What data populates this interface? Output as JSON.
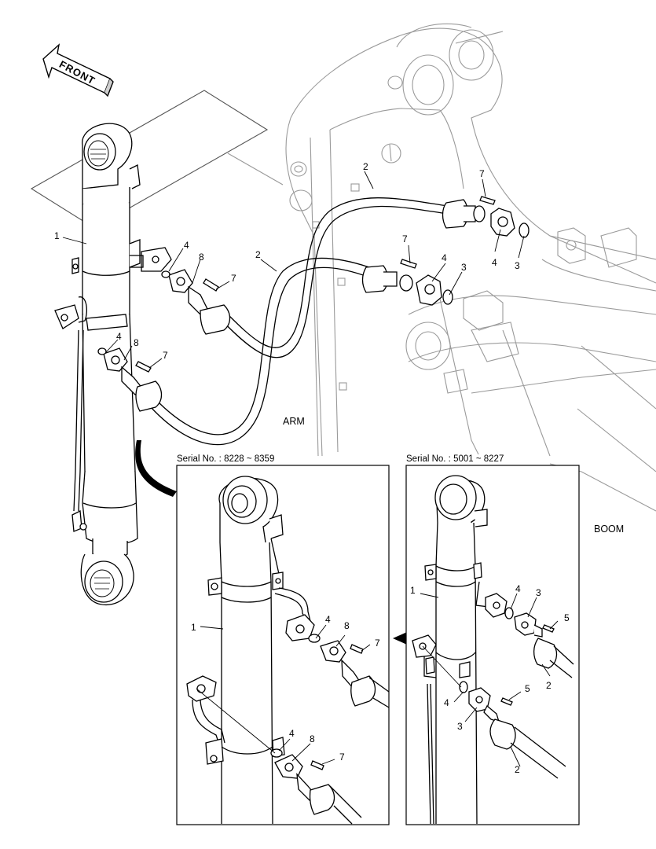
{
  "orientation": {
    "front_label": "FRONT"
  },
  "areas": {
    "arm": "ARM",
    "boom": "BOOM"
  },
  "insets": {
    "left": {
      "serial": "Serial No. : 8228 ~ 8359"
    },
    "right": {
      "serial": "Serial No. : 5001 ~ 8227"
    }
  },
  "callouts": {
    "main": [
      "1",
      "2",
      "2",
      "3",
      "3",
      "4",
      "4",
      "4",
      "4",
      "7",
      "7",
      "7",
      "7",
      "8",
      "8"
    ],
    "left_inset": [
      "1",
      "4",
      "8",
      "7",
      "4",
      "8",
      "7"
    ],
    "right_inset": [
      "1",
      "4",
      "3",
      "5",
      "2",
      "4",
      "3",
      "5",
      "2"
    ]
  },
  "colors": {
    "line": "#000000",
    "faint_line": "#9a9a9a",
    "background": "#ffffff"
  }
}
